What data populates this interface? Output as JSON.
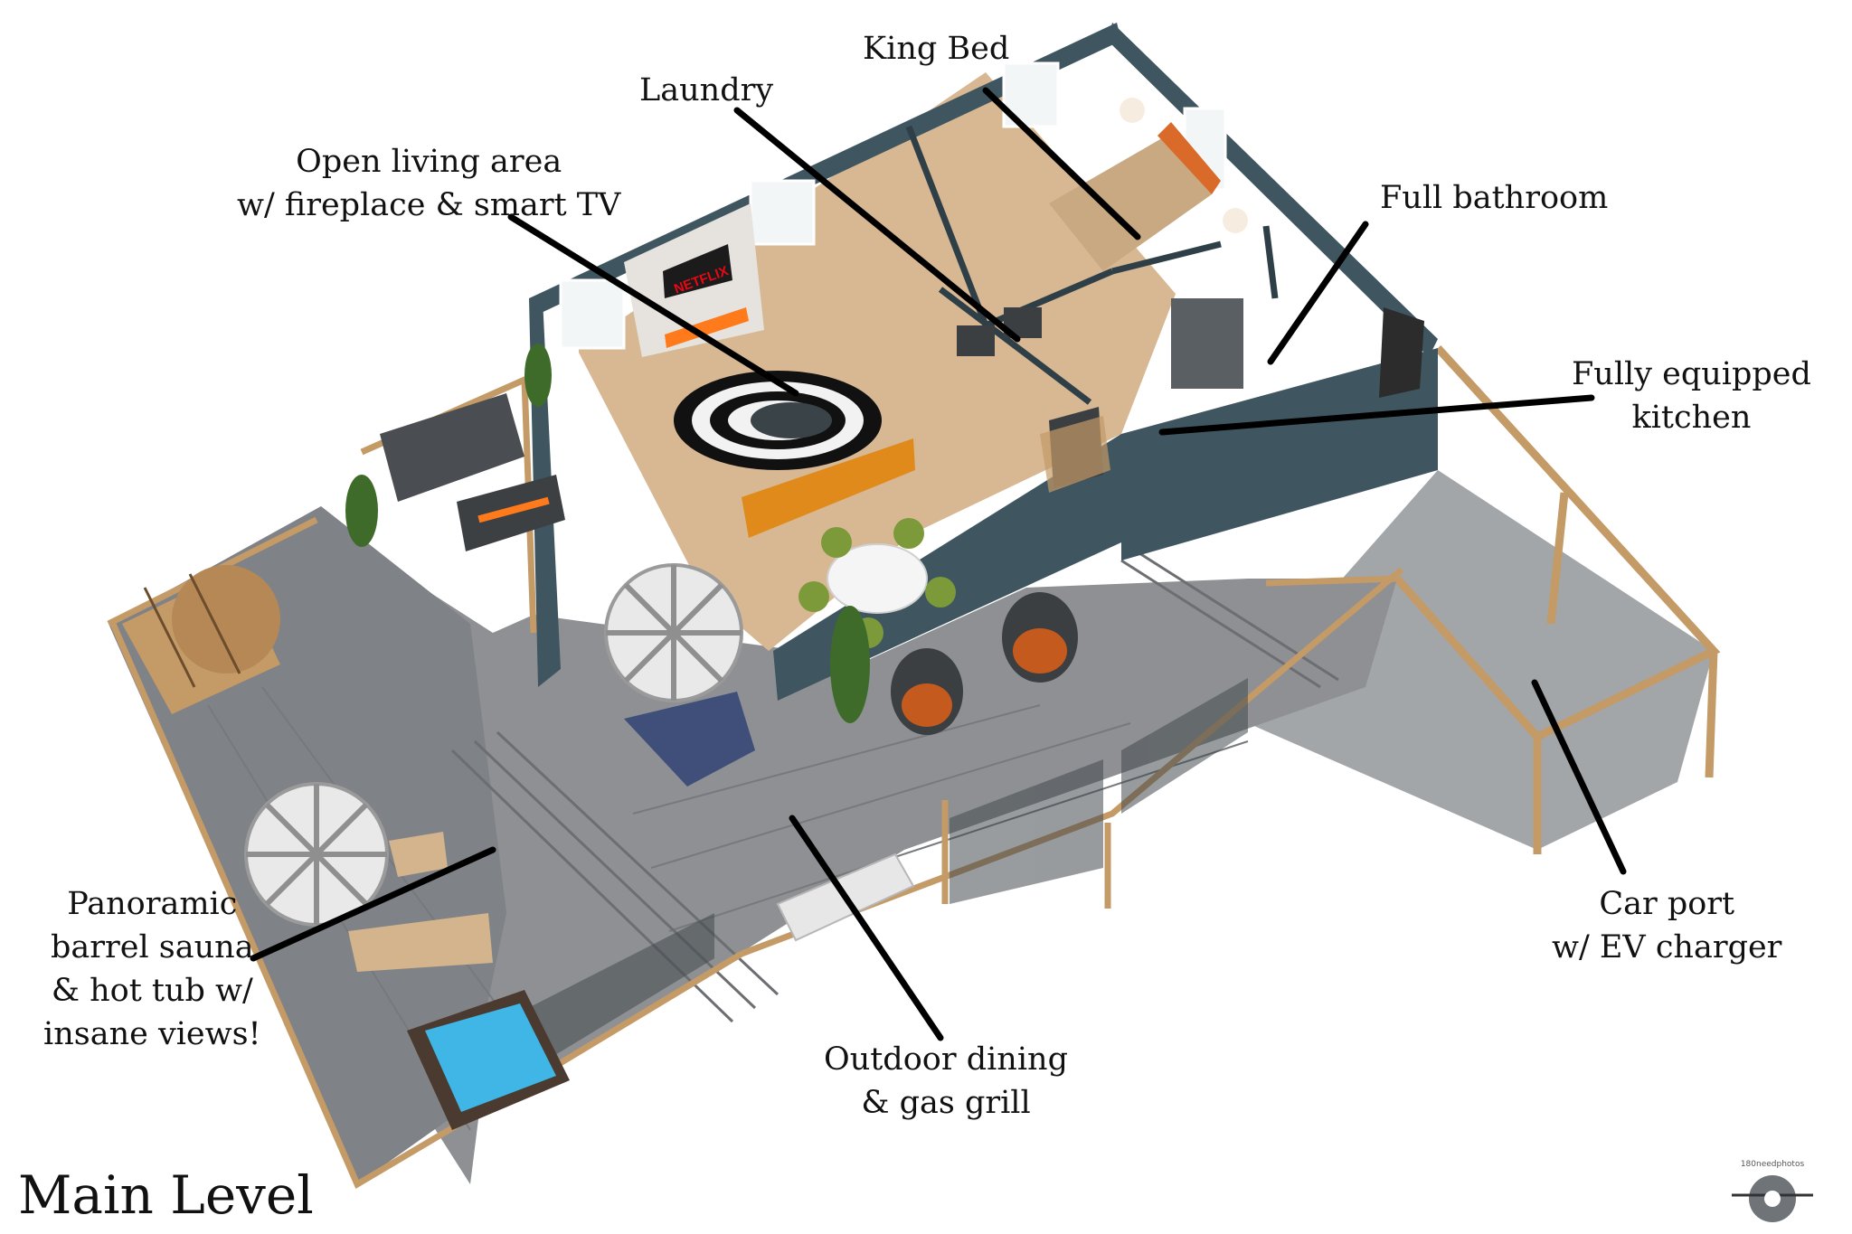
{
  "title": "Main Level",
  "watermark_text": "180needphotos",
  "tv_brand": "NETFLIX",
  "callouts": {
    "king_bed": [
      "King Bed"
    ],
    "laundry": [
      "Laundry"
    ],
    "living": [
      "Open living area",
      "w/ fireplace & smart TV"
    ],
    "bathroom": [
      "Full bathroom"
    ],
    "kitchen": [
      "Fully equipped",
      "kitchen"
    ],
    "sauna": [
      "Panoramic",
      "barrel sauna",
      "& hot tub w/",
      "insane views!"
    ],
    "dining": [
      "Outdoor dining",
      "& gas grill"
    ],
    "carport": [
      "Car port",
      "w/ EV charger"
    ]
  },
  "colors": {
    "deck": "#8e9093",
    "floor": "#d7b893",
    "wall": "#3f5560",
    "carport": "#a3a6a8",
    "railing": "#c49a66",
    "sofa": "#e08a1c",
    "hot_tub_water": "#3fb6e6"
  }
}
